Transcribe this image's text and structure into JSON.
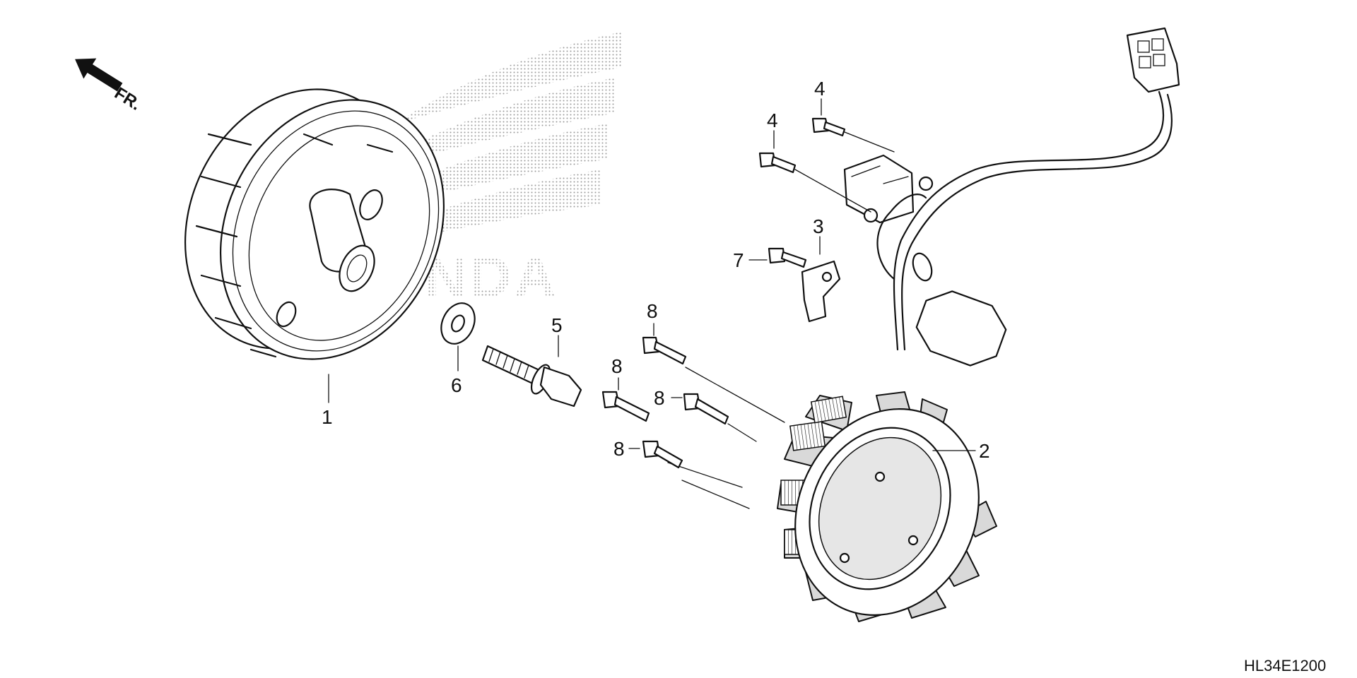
{
  "diagram": {
    "direction_label": "FR.",
    "watermark_text": "HONDA",
    "diagram_code": "HL34E1200",
    "callouts": [
      "1",
      "2",
      "3",
      "4",
      "4",
      "5",
      "6",
      "7",
      "8",
      "8",
      "8",
      "8"
    ],
    "parts": [
      "flywheel",
      "stator",
      "bracket",
      "bolt",
      "bolt",
      "bolt",
      "washer",
      "bolt",
      "bolt",
      "bolt",
      "bolt",
      "bolt"
    ]
  }
}
